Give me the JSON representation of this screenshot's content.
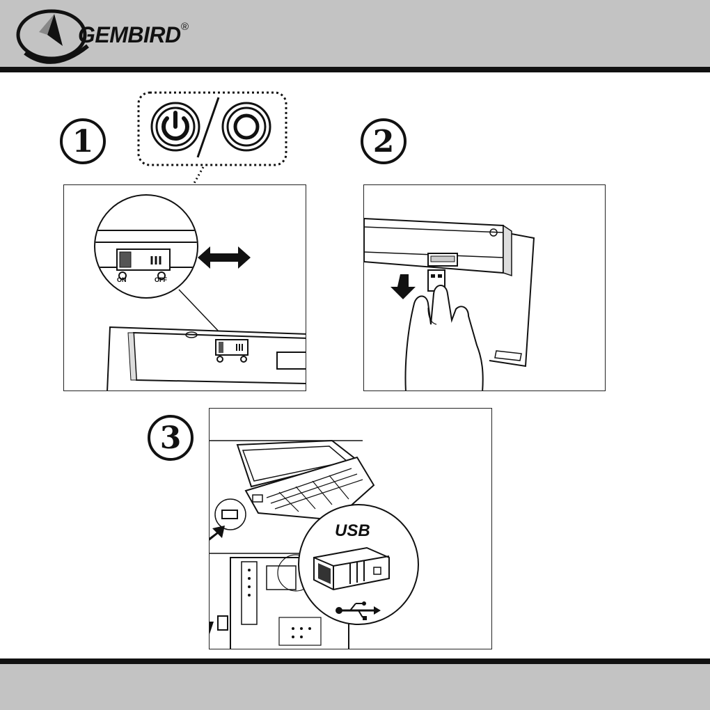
{
  "header": {
    "brand": "GEMBIRD",
    "registered_mark": "®"
  },
  "steps": [
    {
      "number": "1",
      "icons": [
        "power-on-icon",
        "power-off-icon"
      ],
      "switch_labels": [
        "ON",
        "OFF"
      ]
    },
    {
      "number": "2"
    },
    {
      "number": "3",
      "callout_label": "USB",
      "icons": [
        "usb-symbol-icon"
      ]
    }
  ],
  "colors": {
    "band": "#c3c3c3",
    "band_border": "#111111",
    "ink": "#111111"
  }
}
